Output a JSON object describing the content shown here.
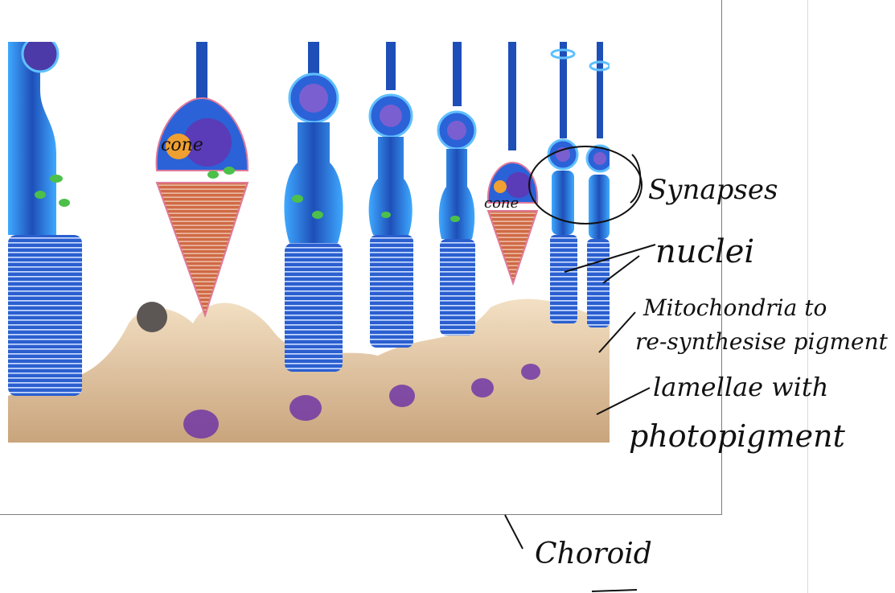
{
  "annotations": {
    "cone_label_1": "cone",
    "cone_label_2": "cone",
    "synapses": "Synapses",
    "nuclei": "nuclei",
    "mitochondria_line1": "Mitochondria to",
    "mitochondria_line2": "re-synthesise pigment",
    "lamellae_line1": "lamellae with",
    "lamellae_line2": "photopigment",
    "choroid": "Choroid"
  },
  "colors": {
    "cell_blue": "#1e4fb8",
    "cell_glow": "#3fa9ff",
    "cone_orange": "#c8552a",
    "epithelium": "#e6c9a2",
    "nucleus_purple": "#6a2fa8",
    "mitochondria_green": "#4cc04a"
  }
}
